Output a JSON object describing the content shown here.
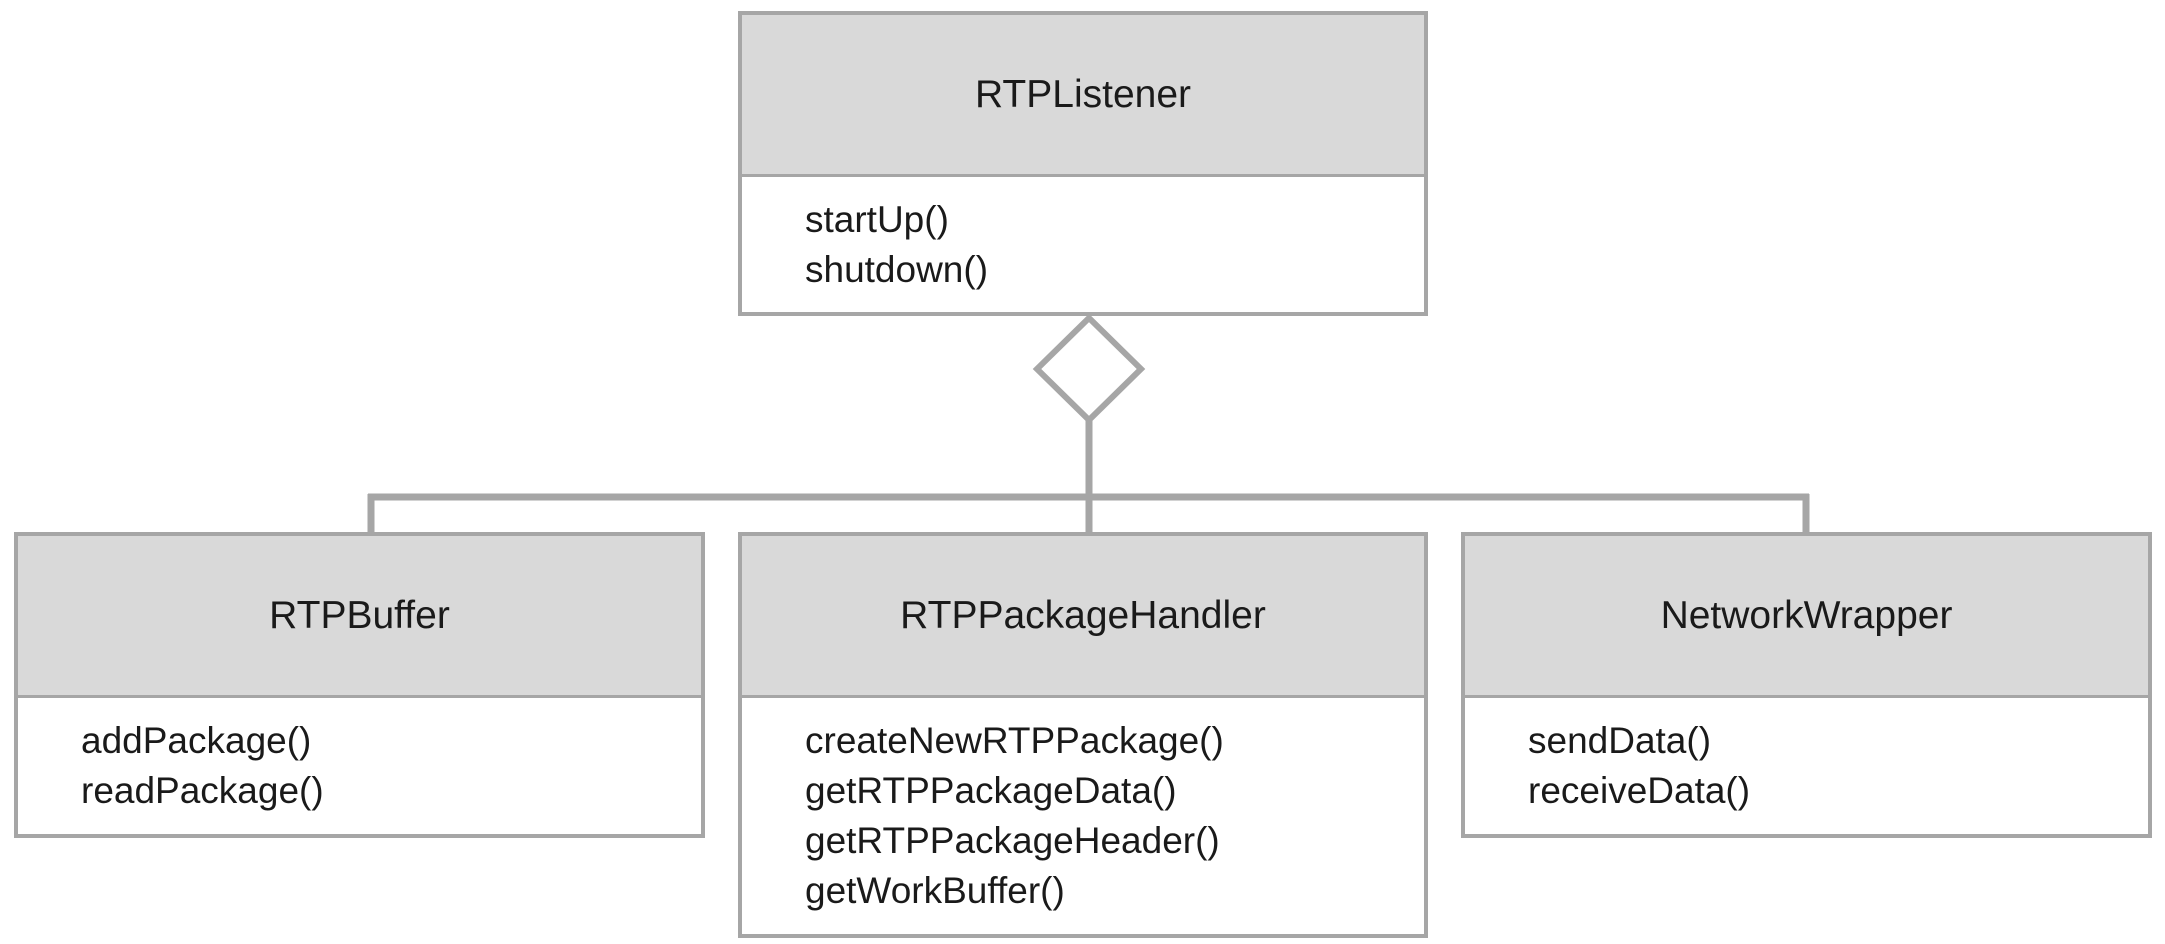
{
  "colors": {
    "border": "#a6a6a6",
    "header_fill": "#d9d9d9",
    "text": "#1a1a1a"
  },
  "relationship": "aggregation",
  "classes": [
    {
      "name": "RTPListener",
      "methods": [
        "startUp()",
        "shutdown()"
      ]
    },
    {
      "name": "RTPBuffer",
      "methods": [
        "addPackage()",
        "readPackage()"
      ]
    },
    {
      "name": "RTPPackageHandler",
      "methods": [
        "createNewRTPPackage()",
        "getRTPPackageData()",
        "getRTPPackageHeader()",
        "getWorkBuffer()"
      ]
    },
    {
      "name": "NetworkWrapper",
      "methods": [
        "sendData()",
        "receiveData()"
      ]
    }
  ]
}
